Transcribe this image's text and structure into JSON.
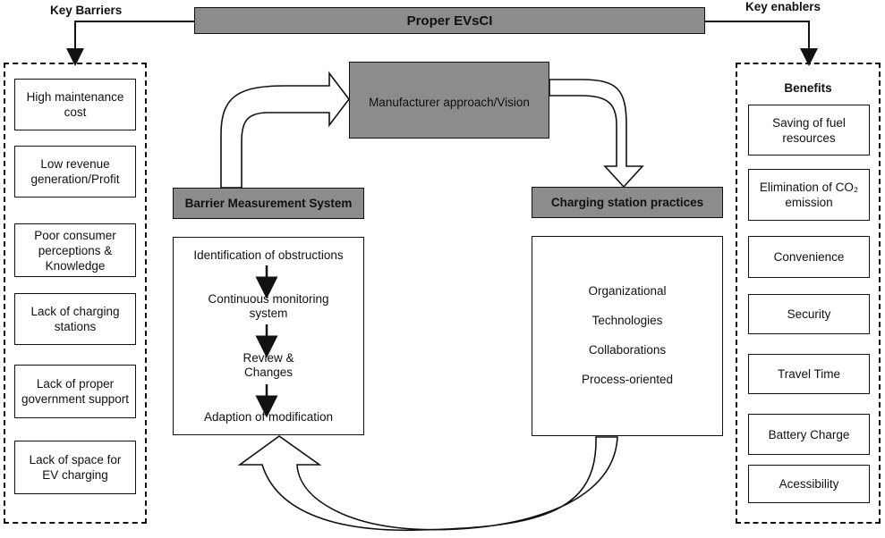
{
  "title": "Proper EVsCI",
  "key_barriers_label": "Key Barriers",
  "key_enablers_label": "Key enablers",
  "barriers": [
    "High maintenance cost",
    "Low revenue generation/Profit",
    "Poor consumer perceptions & Knowledge",
    "Lack of charging stations",
    "Lack of proper government support",
    "Lack of space for EV charging"
  ],
  "benefits_label": "Benefits",
  "benefits": [
    "Saving of fuel resources",
    "Elimination of CO₂ emission",
    "Convenience",
    "Security",
    "Travel Time",
    "Battery Charge",
    "Acessibility"
  ],
  "center": {
    "manufacturer": "Manufacturer approach/Vision",
    "barrier_system": "Barrier Measurement System",
    "charging_practices": "Charging station practices",
    "steps": [
      "Identification of obstructions",
      "Continuous monitoring system",
      "Review & Changes",
      "Adaption of modification"
    ],
    "practices": [
      "Organizational",
      "Technologies",
      "Collaborations",
      "Process-oriented"
    ]
  }
}
